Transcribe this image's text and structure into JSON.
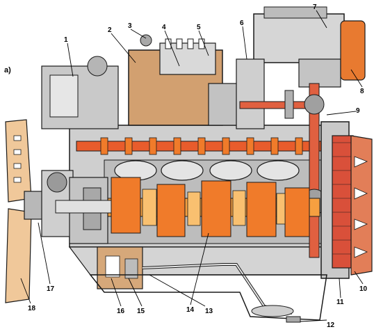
{
  "panel_label": "а)",
  "callouts": [
    "1",
    "2",
    "3",
    "4",
    "5",
    "6",
    "7",
    "8",
    "9",
    "10",
    "11",
    "12",
    "13",
    "14",
    "15",
    "16",
    "17",
    "18"
  ],
  "colors": {
    "outline": "#1a1a1a",
    "metal_light": "#d9d9d9",
    "metal_mid": "#a8a8a8",
    "metal_dark": "#6e6e6e",
    "fan": "#f0c89a",
    "crank": "#f6a040",
    "crank_hot": "#f07b2a",
    "camshaft": "#e85c2c",
    "flywheel": "#d9503a",
    "background": "#ffffff"
  }
}
